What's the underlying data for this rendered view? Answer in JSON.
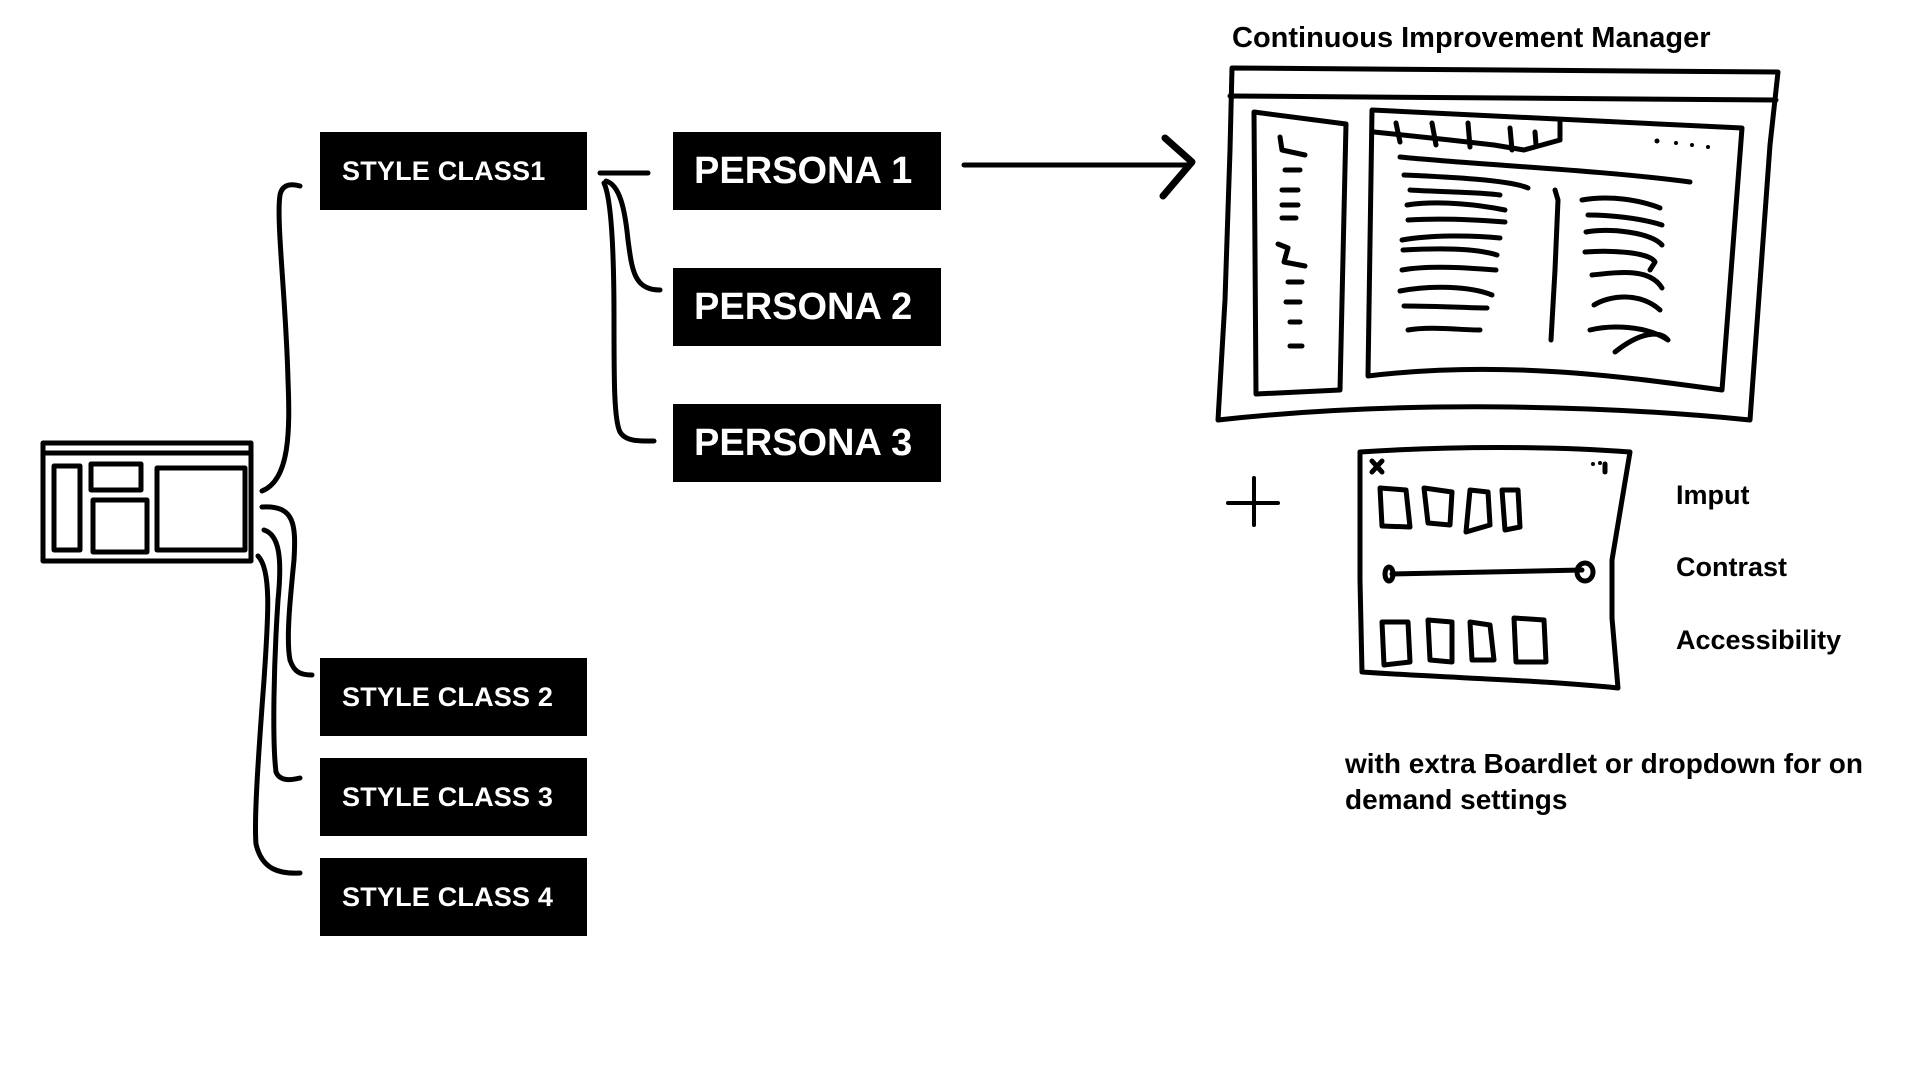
{
  "style_classes": [
    {
      "label": "STYLE CLASS1"
    },
    {
      "label": "STYLE CLASS 2"
    },
    {
      "label": "STYLE CLASS 3"
    },
    {
      "label": "STYLE CLASS 4"
    }
  ],
  "personas": [
    {
      "label": "PERSONA 1"
    },
    {
      "label": "PERSONA 2"
    },
    {
      "label": "PERSONA 3"
    }
  ],
  "app_sketch": {
    "title": "Continuous Improvement Manager"
  },
  "settings_panel": {
    "plus_symbol": "+",
    "options": [
      "Imput",
      "Contrast",
      "Accessibility"
    ],
    "note": "with extra Boardlet or dropdown for on demand settings"
  },
  "icons": {
    "layout_wireframe": "layout-wireframe-icon",
    "arrow": "arrow-right-icon",
    "close": "close-icon"
  }
}
